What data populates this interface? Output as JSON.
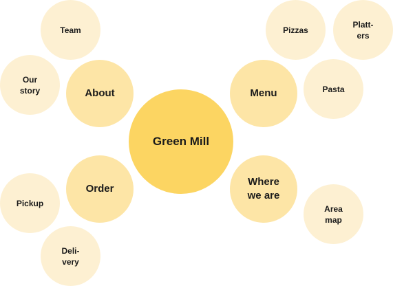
{
  "colors": {
    "center": "#fcd562",
    "branch": "#fde5a6",
    "leaf": "#fdf0d2"
  },
  "center": {
    "label": "Green Mill"
  },
  "branches": {
    "about": "About",
    "menu": "Menu",
    "order": "Order",
    "where": "Where\nwe are"
  },
  "leaves": {
    "team": "Team",
    "our_story": "Our\nstory",
    "pizzas": "Pizzas",
    "platters": "Platt-\ners",
    "pasta": "Pasta",
    "pickup": "Pickup",
    "delivery": "Deli-\nvery",
    "area_map": "Area\nmap"
  }
}
